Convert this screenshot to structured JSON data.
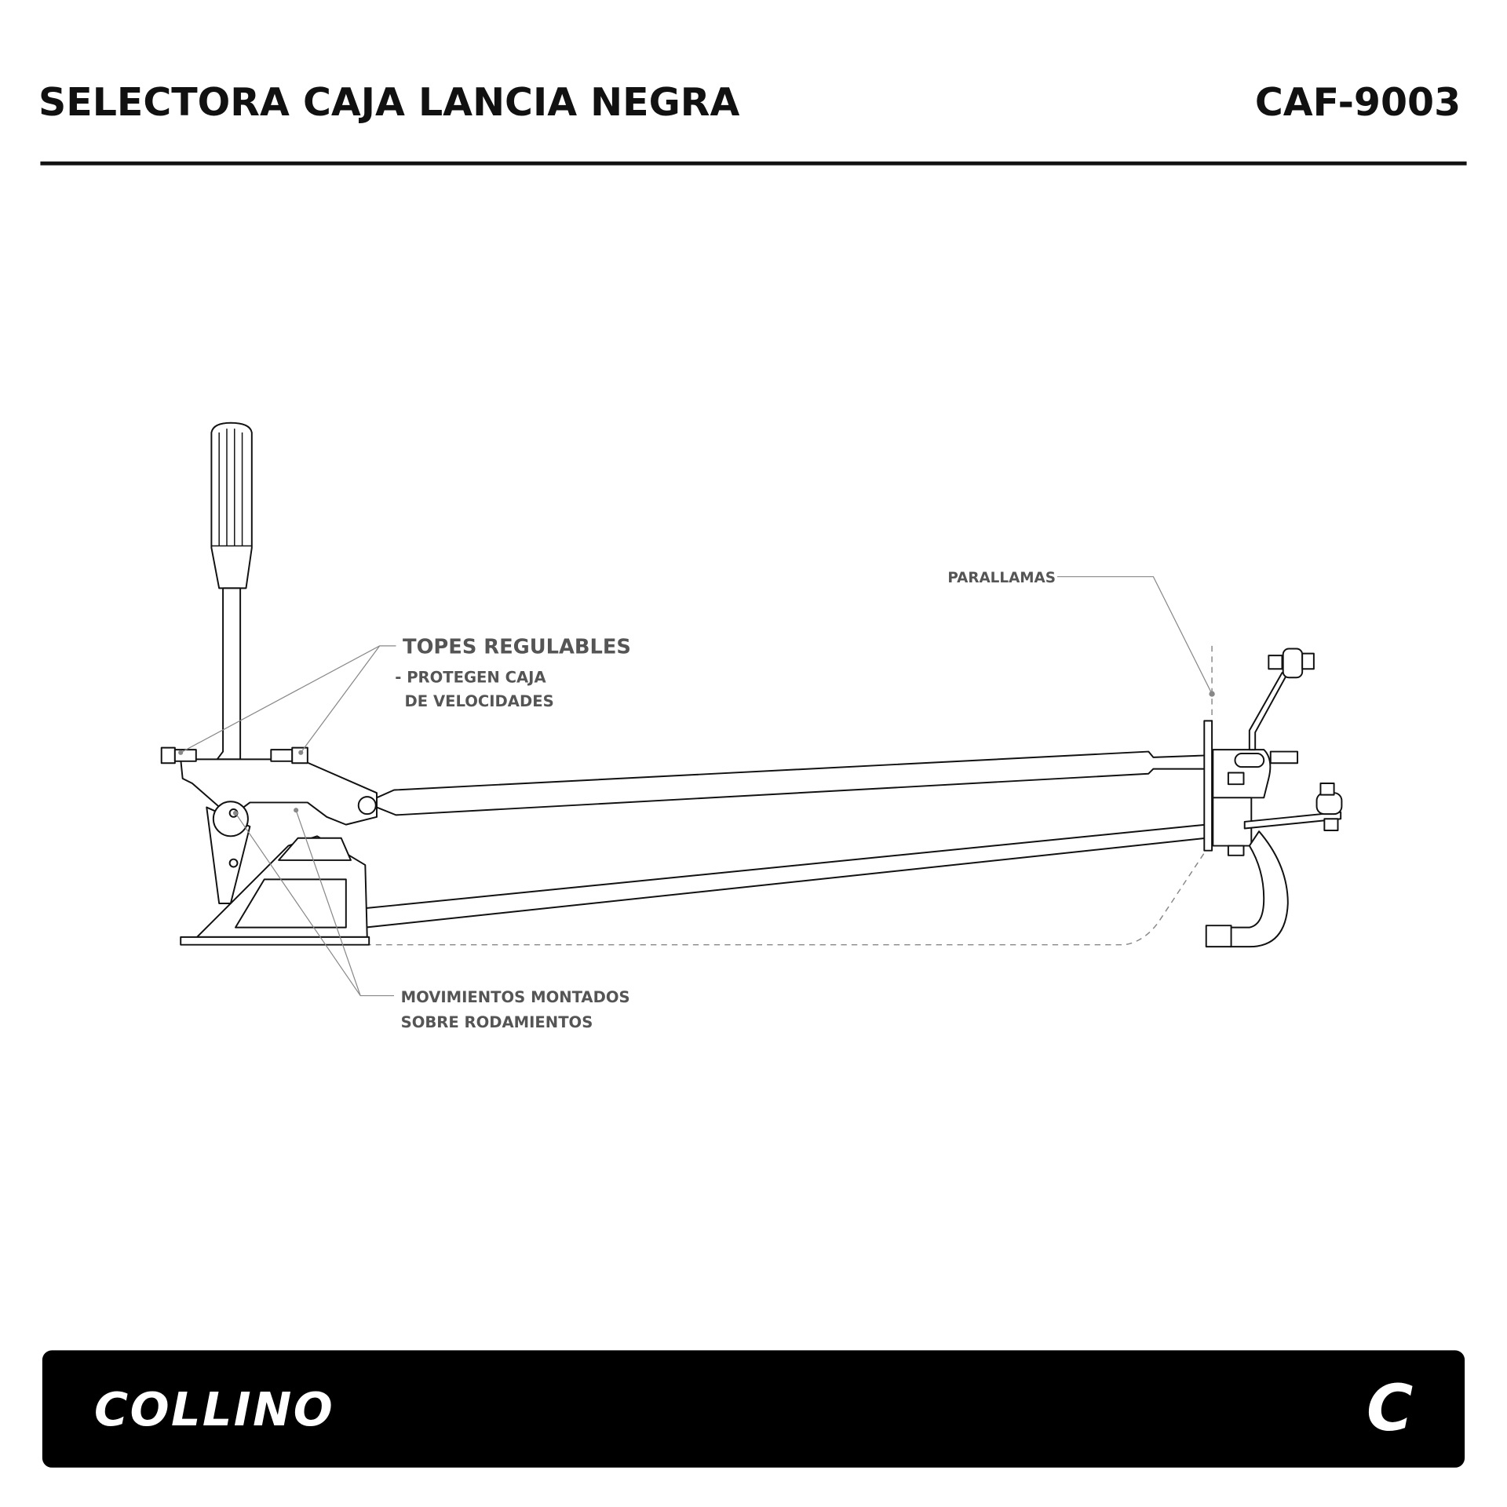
{
  "header": {
    "title": "SELECTORA CAJA LANCIA NEGRA",
    "code": "CAF-9003"
  },
  "annotations": {
    "topes_title": "TOPES REGULABLES",
    "topes_line1": "- PROTEGEN CAJA",
    "topes_line2": "DE VELOCIDADES",
    "parallamas": "PARALLAMAS",
    "movimientos_line1": "MOVIMIENTOS MONTADOS",
    "movimientos_line2": "SOBRE RODAMIENTOS"
  },
  "footer": {
    "brand": "COLLINO",
    "emblem": "C"
  },
  "colors": {
    "footer_bg": "#000000",
    "label": "#555555"
  }
}
